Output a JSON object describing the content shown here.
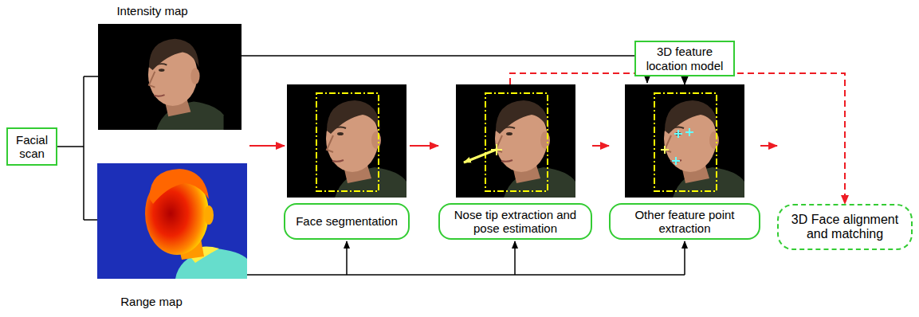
{
  "diagram": {
    "nodes": [
      {
        "text": [
          "Facial scan"
        ]
      },
      {
        "text": [
          "3D feature location model"
        ]
      },
      {
        "text": [
          "Face segmentation"
        ]
      },
      {
        "text": [
          "Nose tip extraction and pose estimation"
        ]
      },
      {
        "text": [
          "Other feature point extraction"
        ]
      },
      {
        "text": [
          "3D Face alignment and matching"
        ]
      }
    ],
    "edges": [
      {
        "from": 1,
        "to": 4,
        "arrow": "to"
      },
      {
        "from": 2,
        "to": 3,
        "arrow": "to"
      },
      {
        "from": 3,
        "to": 4,
        "arrow": "to"
      },
      {
        "from": 4,
        "to": 5,
        "arrow": "to"
      },
      {
        "from": 3,
        "to": 5,
        "arrow": "to"
      }
    ],
    "labels": [
      "Intensity map",
      "Range map"
    ]
  }
}
